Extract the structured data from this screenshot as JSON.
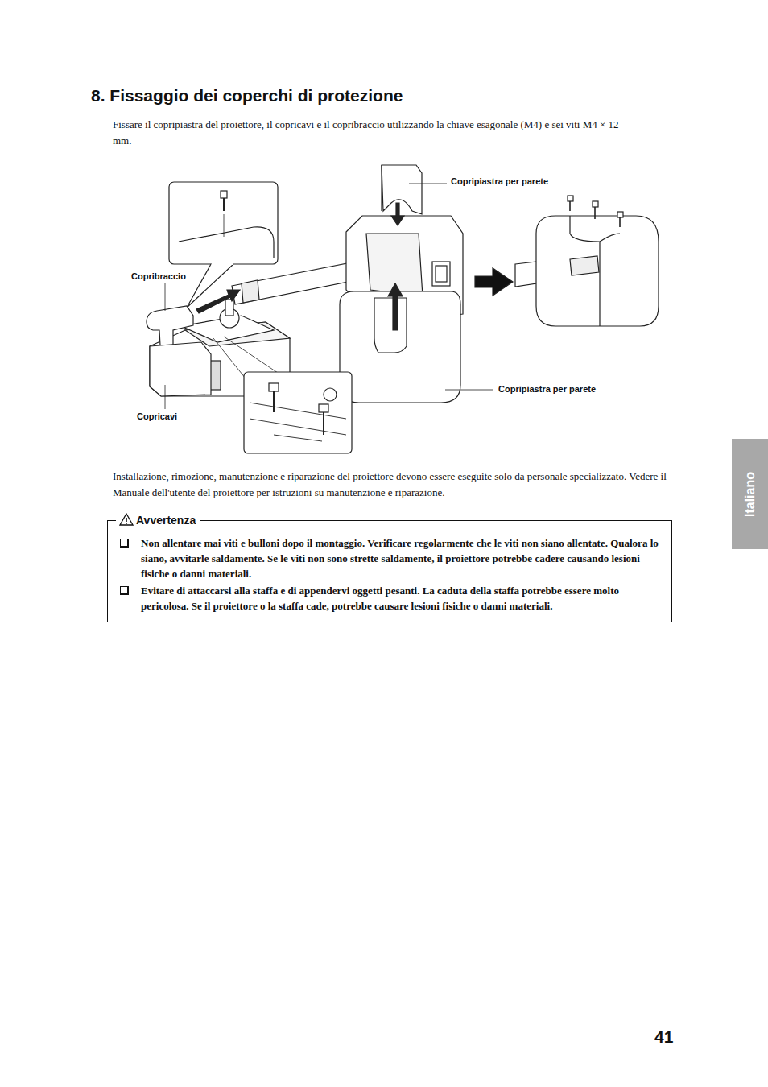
{
  "diagram": {
    "title": "8. Fissaggio dei coperchi di protezione",
    "nodes": [
      {
        "text": [
          "Avvertenza",
          "Non allentare mai viti e bulloni dopo il montaggio. Verificare regolarmente che le viti non siano allentate. Qualora lo siano, avvitarle saldamente. Se le viti non sono strette saldamente, il proiettore potrebbe cadere causando lesioni fisiche o danni materiali.",
          "Evitare di attaccarsi alla staffa e di appendervi oggetti pesanti. La caduta della staffa potrebbe essere molto pericolosa. Se il proiettore o la staffa cade, potrebbe causare lesioni fisiche o danni materiali."
        ]
      },
      {
        "text": [
          "Italiano"
        ]
      }
    ],
    "labels": [
      "Fissare il copripiastra del proiettore, il copricavi e il copribraccio utilizzando la chiave esagonale (M4) e sei viti M4 × 12 mm.",
      "Copripiastra per parete",
      "Copribraccio",
      "Copricavi",
      "Copripiastra per parete",
      "Installazione, rimozione, manutenzione e riparazione del proiettore devono essere eseguite solo da personale specializzato. Vedere il Manuale dell'utente del proiettore per istruzioni su manutenzione e riparazione.",
      "41"
    ]
  }
}
